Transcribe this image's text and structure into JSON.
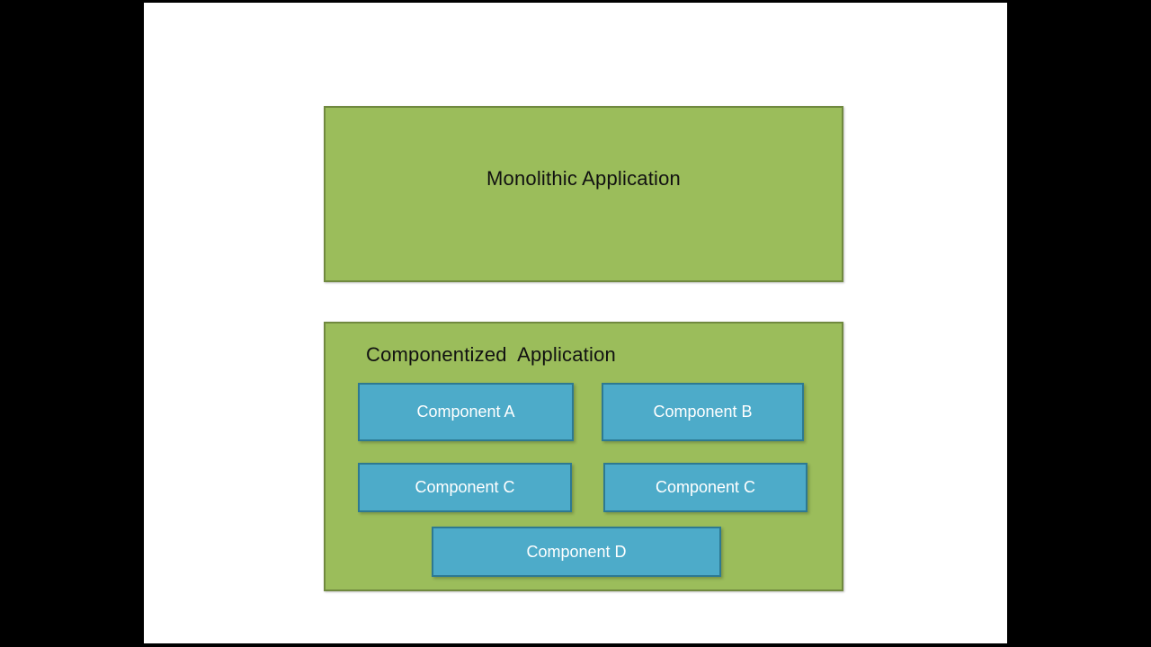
{
  "slide": {
    "background_color": "#ffffff",
    "letterbox_color": "#000000"
  },
  "theme": {
    "green_fill": "#9bbd5b",
    "green_border": "#70893f",
    "blue_fill": "#4dabc9",
    "blue_border": "#2d7992",
    "dark_text": "#111111",
    "light_text": "#ffffff"
  },
  "diagram": {
    "type": "block-diagram",
    "blocks": [
      {
        "id": "monolithic",
        "label": "Monolithic Application",
        "children": []
      },
      {
        "id": "componentized",
        "label": "Componentized  Application",
        "children": [
          {
            "id": "component-a",
            "label": "Component A"
          },
          {
            "id": "component-b",
            "label": "Component B"
          },
          {
            "id": "component-c1",
            "label": "Component C"
          },
          {
            "id": "component-c2",
            "label": "Component C"
          },
          {
            "id": "component-d",
            "label": "Component D"
          }
        ]
      }
    ]
  }
}
